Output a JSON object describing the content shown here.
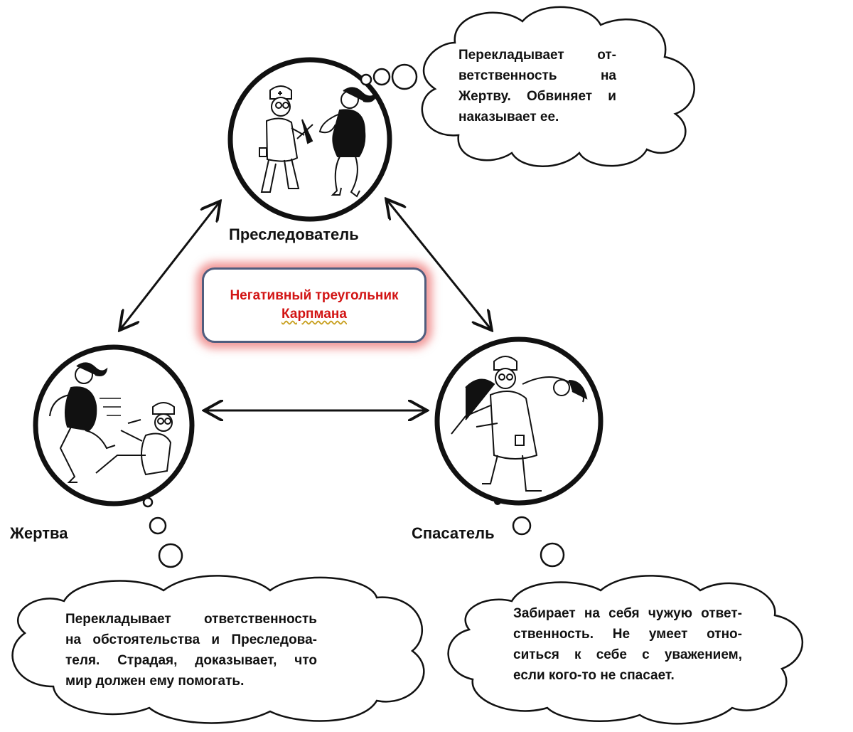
{
  "roles": {
    "persecutor": {
      "label": "Преследователь",
      "description_lines": [
        "Перекладывает от-",
        "ветственность на",
        "Жертву. Обвиняет и",
        "наказывает ее."
      ]
    },
    "victim": {
      "label": "Жертва",
      "description_lines": [
        "Перекладывает ответственность",
        "на обстоятельства и Преследова-",
        "теля. Страдая, доказывает, что",
        "мир должен ему помогать."
      ]
    },
    "rescuer": {
      "label": "Спасатель",
      "description_lines": [
        "Забирает на себя чужую ответ-",
        "ственность. Не умеет отно-",
        "ситься к себе с уважением,",
        "если кого-то не спасает."
      ]
    }
  },
  "center_title": {
    "line1": "Негативный треугольник",
    "line2": "Карпмана"
  },
  "colors": {
    "title_text": "#d21414",
    "title_border": "#4f5d7e",
    "title_glow": "#e64646",
    "outline": "#111111"
  }
}
